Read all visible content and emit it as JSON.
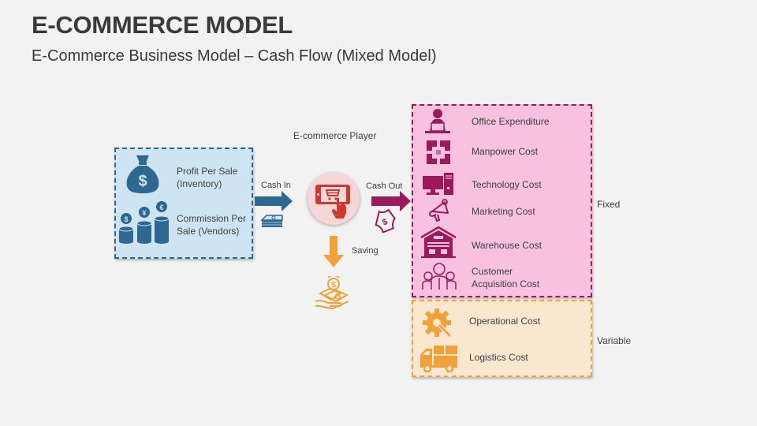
{
  "header": {
    "title": "E-COMMERCE MODEL",
    "subtitle": "E-Commerce Business Model – Cash Flow (Mixed Model)"
  },
  "revenue": {
    "items": [
      {
        "icon": "money-bag-icon",
        "label_line1": "Profit Per Sale",
        "label_line2": "(Inventory)"
      },
      {
        "icon": "coin-stacks-icon",
        "label_line1": "Commission Per",
        "label_line2": "Sale (Vendors)"
      }
    ],
    "coin_symbols": [
      "$",
      "¥",
      "€"
    ]
  },
  "flow": {
    "player_label": "E-commerce Player",
    "cash_in_label": "Cash In",
    "cash_out_label": "Cash Out",
    "saving_label": "Saving"
  },
  "costs": {
    "fixed_label": "Fixed",
    "variable_label": "Variable",
    "fixed_items": [
      {
        "icon": "office-worker-icon",
        "label": "Office Expenditure"
      },
      {
        "icon": "teamwork-hands-icon",
        "label": "Manpower Cost"
      },
      {
        "icon": "computer-icon",
        "label": "Technology Cost"
      },
      {
        "icon": "megaphone-icon",
        "label": "Marketing Cost"
      },
      {
        "icon": "warehouse-icon",
        "label": "Warehouse Cost"
      },
      {
        "icon": "customers-icon",
        "label_line1": "Customer",
        "label_line2": "Acquisition Cost"
      }
    ],
    "variable_items": [
      {
        "icon": "gear-wrench-icon",
        "label": "Operational Cost"
      },
      {
        "icon": "delivery-truck-icon",
        "label": "Logistics Cost"
      }
    ]
  },
  "colors": {
    "revenue": "#2e6891",
    "cash_out": "#9a1a5c",
    "saving": "#f0a23a",
    "player": "#c83a32"
  }
}
